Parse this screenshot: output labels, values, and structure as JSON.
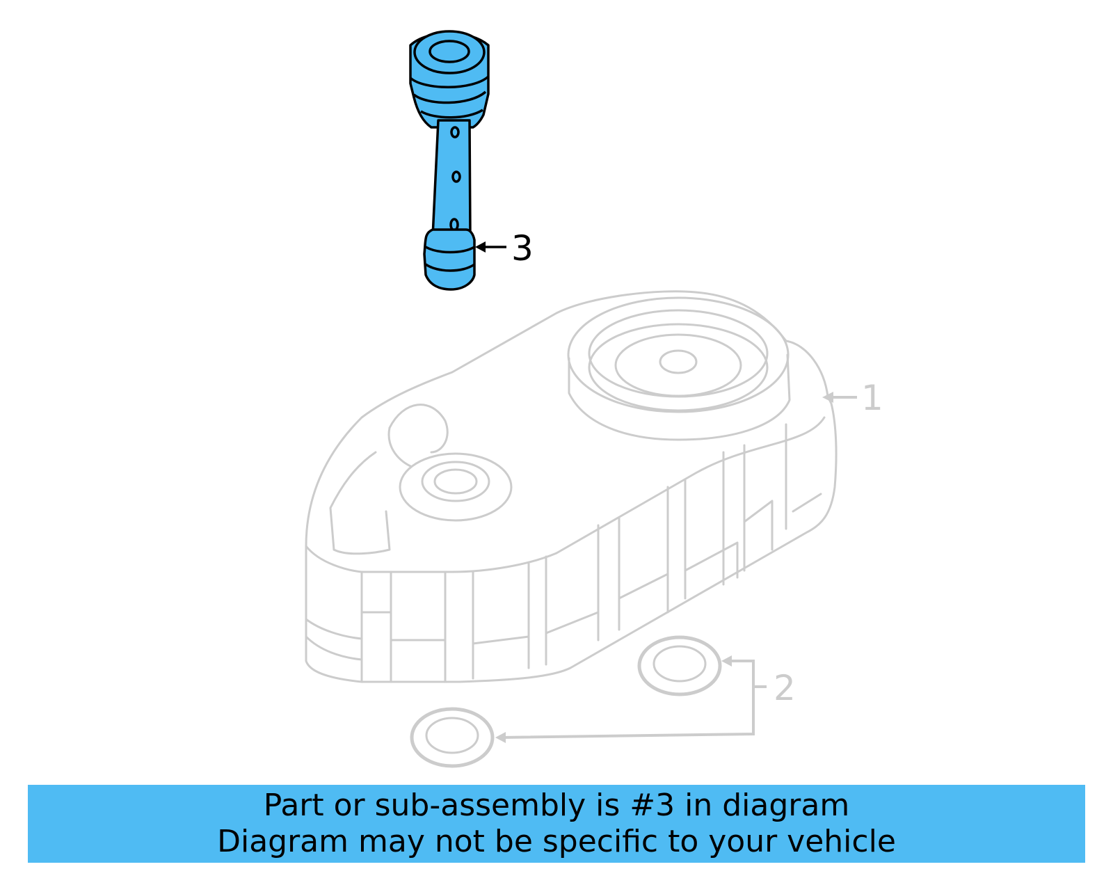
{
  "diagram": {
    "callouts": [
      {
        "number": "1",
        "part": "housing",
        "highlighted": false
      },
      {
        "number": "2",
        "part": "seal-rings",
        "highlighted": false
      },
      {
        "number": "3",
        "part": "shaft-assembly",
        "highlighted": true
      }
    ],
    "colors": {
      "highlight_fill": "#4fbbf3",
      "highlight_stroke": "#000000",
      "ghost_stroke": "#cccccc"
    }
  },
  "banner": {
    "line1": "Part or sub-assembly is #3 in diagram",
    "line2": "Diagram may not be specific to your vehicle",
    "background": "#4fbbf3"
  }
}
